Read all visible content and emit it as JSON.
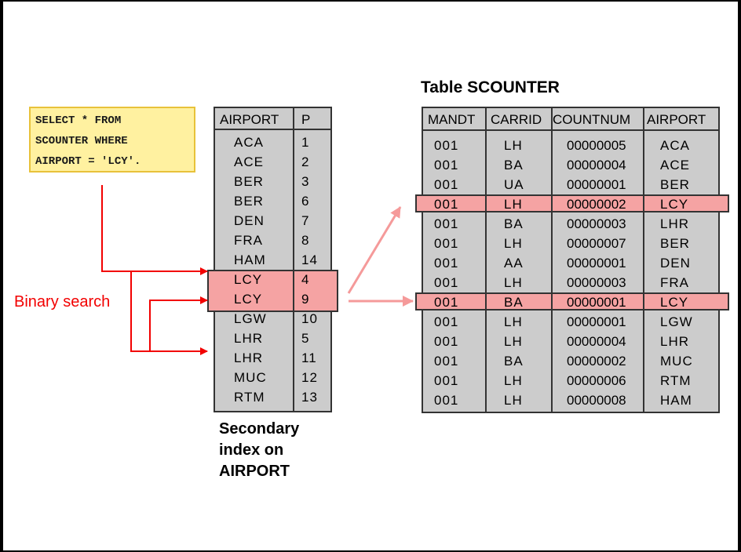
{
  "query": {
    "lines": [
      "SELECT * FROM",
      "SCOUNTER WHERE",
      "AIRPORT = 'LCY'."
    ]
  },
  "binary_search_label": "Binary search",
  "index": {
    "headers": [
      "AIRPORT",
      "P"
    ],
    "rows": [
      [
        "ACA",
        "1"
      ],
      [
        "ACE",
        "2"
      ],
      [
        "BER",
        "3"
      ],
      [
        "BER",
        "6"
      ],
      [
        "DEN",
        "7"
      ],
      [
        "FRA",
        "8"
      ],
      [
        "HAM",
        "14"
      ],
      [
        "LCY",
        "4"
      ],
      [
        "LCY",
        "9"
      ],
      [
        "LGW",
        "10"
      ],
      [
        "LHR",
        "5"
      ],
      [
        "LHR",
        "11"
      ],
      [
        "MUC",
        "12"
      ],
      [
        "RTM",
        "13"
      ]
    ],
    "highlight_rows": [
      7,
      8
    ],
    "caption_lines": [
      "Secondary",
      "index on",
      "AIRPORT"
    ]
  },
  "table": {
    "title": "Table SCOUNTER",
    "headers": [
      "MANDT",
      "CARRID",
      "COUNTNUM",
      "AIRPORT"
    ],
    "rows": [
      [
        "001",
        "LH",
        "00000005",
        "ACA"
      ],
      [
        "001",
        "BA",
        "00000004",
        "ACE"
      ],
      [
        "001",
        "UA",
        "00000001",
        "BER"
      ],
      [
        "001",
        "LH",
        "00000002",
        "LCY"
      ],
      [
        "001",
        "BA",
        "00000003",
        "LHR"
      ],
      [
        "001",
        "LH",
        "00000007",
        "BER"
      ],
      [
        "001",
        "AA",
        "00000001",
        "DEN"
      ],
      [
        "001",
        "LH",
        "00000003",
        "FRA"
      ],
      [
        "001",
        "BA",
        "00000001",
        "LCY"
      ],
      [
        "001",
        "LH",
        "00000001",
        "LGW"
      ],
      [
        "001",
        "LH",
        "00000004",
        "LHR"
      ],
      [
        "001",
        "BA",
        "00000002",
        "MUC"
      ],
      [
        "001",
        "LH",
        "00000006",
        "RTM"
      ],
      [
        "001",
        "LH",
        "00000008",
        "HAM"
      ]
    ],
    "highlight_rows": [
      3,
      8
    ]
  },
  "colors": {
    "highlight": "#f5a3a3",
    "search_arrow": "#f20000",
    "pointer_arrow": "#f59a9a",
    "query_bg": "#fff1a0",
    "table_bg": "#cccccc"
  }
}
